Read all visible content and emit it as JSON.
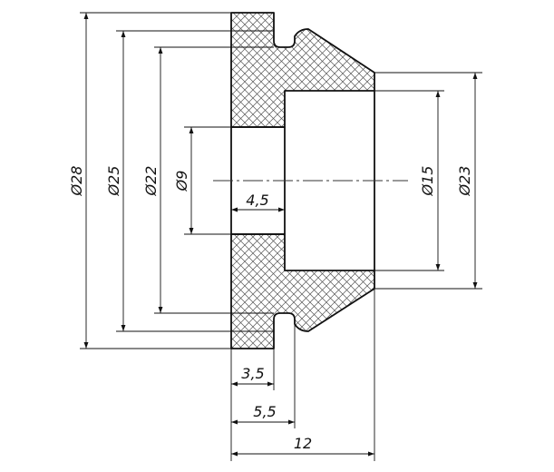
{
  "drawing": {
    "colors": {
      "line": "#111111",
      "hatch": "#555555",
      "background": "#ffffff"
    },
    "dimensions": {
      "dia_28": "Ø28",
      "dia_25": "Ø25",
      "dia_22": "Ø22",
      "dia_9": "Ø9",
      "dia_15": "Ø15",
      "dia_23": "Ø23",
      "len_4_5": "4,5",
      "len_3_5": "3,5",
      "len_5_5": "5,5",
      "len_12": "12"
    }
  }
}
